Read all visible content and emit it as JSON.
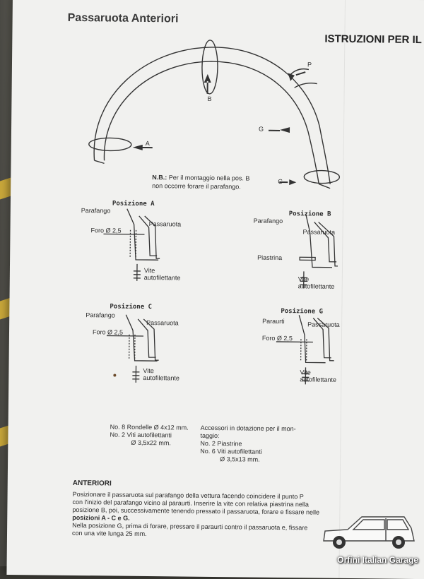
{
  "title": "Passaruota Anteriori",
  "header_right": "ISTRUZIONI PER IL",
  "diagram_labels": {
    "p": "P",
    "b": "B",
    "g": "G",
    "a": "A",
    "c": "C"
  },
  "note": {
    "bold": "N.B.:",
    "line1": " Per il montaggio nella pos. B",
    "line2": "non occorre forare il parafango."
  },
  "pos_a": {
    "title": "Posizione A",
    "parafango": "Parafango",
    "passaruota": "Passaruota",
    "foro": "Foro Ø 2,5",
    "vite": "Vite",
    "autofil": "autofilettante"
  },
  "pos_b": {
    "title": "Posizione B",
    "parafango": "Parafango",
    "passaruota": "Passaruota",
    "piastrina": "Piastrina",
    "vite": "Vite",
    "autofil": "autofilettante"
  },
  "pos_c": {
    "title": "Posizione C",
    "parafango": "Parafango",
    "passaruota": "Passaruota",
    "foro": "Foro Ø 2,5",
    "vite": "Vite",
    "autofil": "autofilettante"
  },
  "pos_g": {
    "title": "Posizione G",
    "paraurti": "Paraurti",
    "passaruota": "Passaruota",
    "foro": "Foro Ø 2,5",
    "vite": "Vite",
    "autofil": "autofilettante"
  },
  "parts_left": {
    "l1": "No. 8  Rondelle Ø 4x12 mm.",
    "l2": "No. 2  Viti autofilettanti",
    "l3": "Ø 3,5x22 mm."
  },
  "parts_right": {
    "l1": "Accessori in dotazione per il mon-",
    "l2": "taggio:",
    "l3": "No. 2 Piastrine",
    "l4": "No. 6 Viti autofilettanti",
    "l5": "Ø 3,5x13 mm."
  },
  "section_title": "ANTERIORI",
  "instructions": {
    "l1": "Posizionare il passaruota sul parafango della vettura facendo coincidere il punto P",
    "l2": "con l'inizio del parafango vicino al paraurti. Inserire la vite con relativa piastrina nella",
    "l3": "posizione B, poi, successivamente tenendo pressato il passaruota, forare e fissare nelle",
    "l4": "posizioni A - C e G.",
    "l5": "Nella posizione G, prima di forare, pressare il paraurti contro il passaruota e, fissare",
    "l6": "con una vite lunga 25 mm."
  },
  "watermark": "Orfini Italian Garage"
}
